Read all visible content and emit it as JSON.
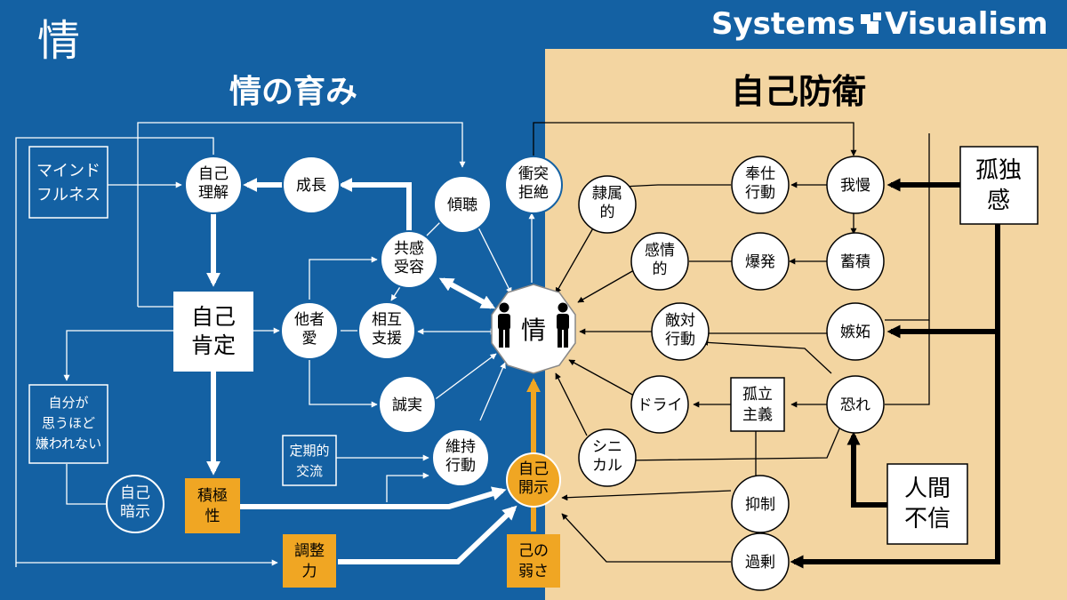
{
  "page_title": "情",
  "brand": {
    "word1": "Systems",
    "word2": "Visualism",
    "logo_icon": "systems-visualism-logo-icon"
  },
  "sections": {
    "left": "情の育み",
    "right": "自己防衛"
  },
  "colors": {
    "blue_bg": "#1461a3",
    "beige_bg": "#f3d5a1",
    "orange": "#f0a623",
    "white": "#ffffff",
    "black": "#000000"
  },
  "nodes": {
    "jiko_rikai": [
      "自己",
      "理解"
    ],
    "seichou": [
      "成長"
    ],
    "keichou": [
      "傾聴"
    ],
    "shoutotsu": [
      "衝突",
      "拒絶"
    ],
    "kyoukan": [
      "共感",
      "受容"
    ],
    "tashaai": [
      "他者",
      "愛"
    ],
    "sougo": [
      "相互",
      "支援"
    ],
    "seijitsu": [
      "誠実"
    ],
    "iji": [
      "維持",
      "行動"
    ],
    "jiko_anji": [
      "自己",
      "暗示"
    ],
    "jiko_kaiji": [
      "自己",
      "開示"
    ],
    "reizoku": [
      "隷属",
      "的"
    ],
    "houshi": [
      "奉仕",
      "行動"
    ],
    "gaman": [
      "我慢"
    ],
    "kanjou": [
      "感情",
      "的"
    ],
    "bakuhatsu": [
      "爆発"
    ],
    "chikuseki": [
      "蓄積"
    ],
    "tekitai": [
      "敵対",
      "行動"
    ],
    "shitto": [
      "嫉妬"
    ],
    "dry": [
      "ドライ"
    ],
    "osore": [
      "恐れ"
    ],
    "cynical": [
      "シニ",
      "カル"
    ],
    "yokusei": [
      "抑制"
    ],
    "kajou": [
      "過剰"
    ],
    "center": "情"
  },
  "boxes": {
    "mindfulness": [
      "マインド",
      "フルネス"
    ],
    "jiko_koutei": [
      "自己",
      "肯定"
    ],
    "kirawarenai": [
      "自分が",
      "思うほど",
      "嫌われない"
    ],
    "teikiteki": [
      "定期的",
      "交流"
    ],
    "sekkyokusei": [
      "積極",
      "性"
    ],
    "chouseiryoku": [
      "調整",
      "力"
    ],
    "onore_yowasa": [
      "己の",
      "弱さ"
    ],
    "koritsu": [
      "孤立",
      "主義"
    ],
    "kodoku": [
      "孤独",
      "感"
    ],
    "ningen_fushin": [
      "人間",
      "不信"
    ]
  },
  "icons": [
    "person-icon-left",
    "person-icon-right"
  ]
}
